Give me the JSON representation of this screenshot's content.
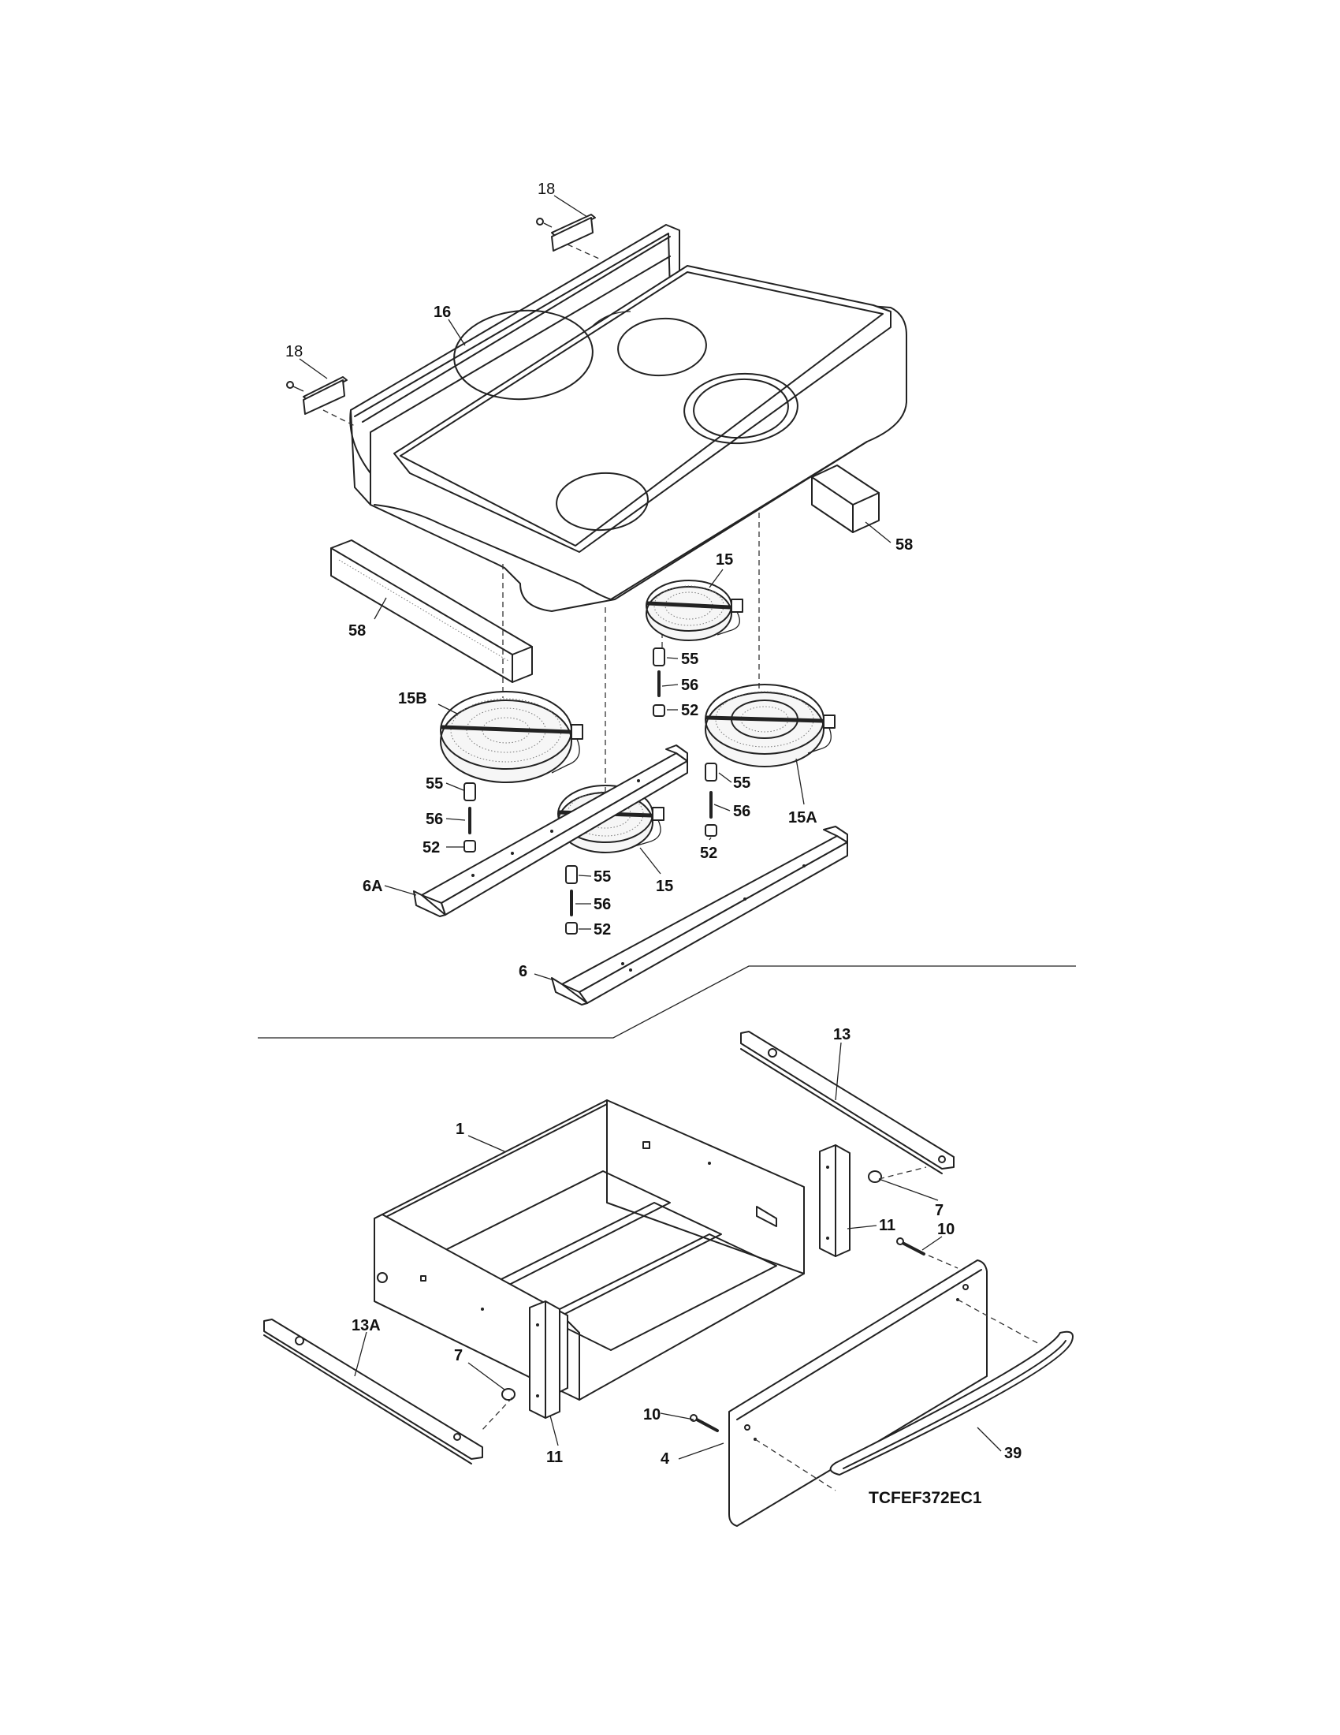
{
  "diagram": {
    "code": "TCFEF372EC1",
    "labels": {
      "cooktop": "16",
      "bracket_right": "18",
      "bracket_left": "18",
      "insulation_right": "58",
      "insulation_left": "58",
      "element_rear_right": "15",
      "element_front_right": "15A",
      "element_left": "15B",
      "element_center": "15",
      "spacer_a": "55",
      "screw_a": "56",
      "nut_a": "52",
      "spacer_b": "55",
      "screw_b": "56",
      "nut_b": "52",
      "spacer_c": "55",
      "screw_c": "56",
      "nut_c": "52",
      "spacer_d": "55",
      "screw_d": "56",
      "nut_d": "52",
      "rail_rear": "6A",
      "rail_front": "6",
      "drawer_body": "1",
      "slide_right": "13",
      "slide_left": "13A",
      "roller_right": "7",
      "roller_left": "7",
      "bracket_drawer_right": "11",
      "bracket_drawer_left": "11",
      "screw_right": "10",
      "screw_left": "10",
      "drawer_front": "4",
      "handle": "39"
    }
  }
}
